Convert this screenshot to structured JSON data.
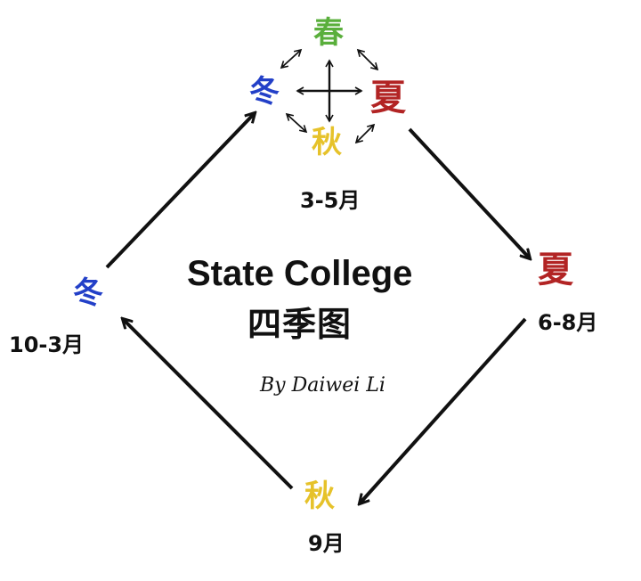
{
  "title": "State College",
  "subtitle": "四季图",
  "author": "By Daiwei Li",
  "colors": {
    "spring": "#5aaf3c",
    "summer": "#b22424",
    "autumn": "#e6c22a",
    "winter": "#2340c8",
    "arrow": "#111111"
  },
  "center_cluster": {
    "spring": "春",
    "summer": "夏",
    "autumn": "秋",
    "winter": "冬",
    "months": "3-5月"
  },
  "nodes": {
    "summer": {
      "label": "夏",
      "months": "6-8月"
    },
    "autumn": {
      "label": "秋",
      "months": "9月"
    },
    "winter": {
      "label": "冬",
      "months": "10-3月"
    }
  }
}
